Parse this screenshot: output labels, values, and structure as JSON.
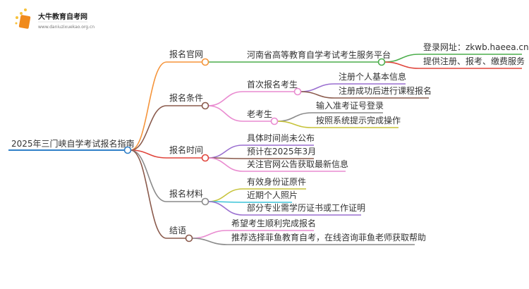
{
  "logo": {
    "title": "大牛教育自考网",
    "url": "www.daniuzixuekao.org.cn"
  },
  "root": "2025年三门峡自学考试报名指南",
  "colors": {
    "root": "#2f7fc8",
    "orange": "#f5943a",
    "green": "#4cae4c",
    "red": "#e0453c",
    "brown": "#8a5a4c",
    "grey": "#8a8a8a",
    "pink": "#e98bd0",
    "purple": "#9a6fd0",
    "olive": "#c7c33a",
    "cyan": "#3cc4d8"
  },
  "branches": [
    {
      "label": "报名官网",
      "children": [
        {
          "label": "河南省高等教育自学考试考生服务平台",
          "children": [
            {
              "label": "登录网址：zkwb.haeea.cn"
            },
            {
              "label": "提供注册、报考、缴费服务"
            }
          ]
        }
      ]
    },
    {
      "label": "报名条件",
      "children": [
        {
          "label": "首次报名考生",
          "children": [
            {
              "label": "注册个人基本信息"
            },
            {
              "label": "注册成功后进行课程报名"
            }
          ]
        },
        {
          "label": "老考生",
          "children": [
            {
              "label": "输入准考证号登录"
            },
            {
              "label": "按照系统提示完成操作"
            }
          ]
        }
      ]
    },
    {
      "label": "报名时间",
      "children": [
        {
          "label": "具体时间尚未公布"
        },
        {
          "label": "预计在2025年3月"
        },
        {
          "label": "关注官网公告获取最新信息"
        }
      ]
    },
    {
      "label": "报名材料",
      "children": [
        {
          "label": "有效身份证原件"
        },
        {
          "label": "近期个人照片"
        },
        {
          "label": "部分专业需学历证书或工作证明"
        }
      ]
    },
    {
      "label": "结语",
      "children": [
        {
          "label": "希望考生顺利完成报名"
        },
        {
          "label": "推荐选择菲鱼教育自考，在线咨询菲鱼老师获取帮助"
        }
      ]
    }
  ]
}
